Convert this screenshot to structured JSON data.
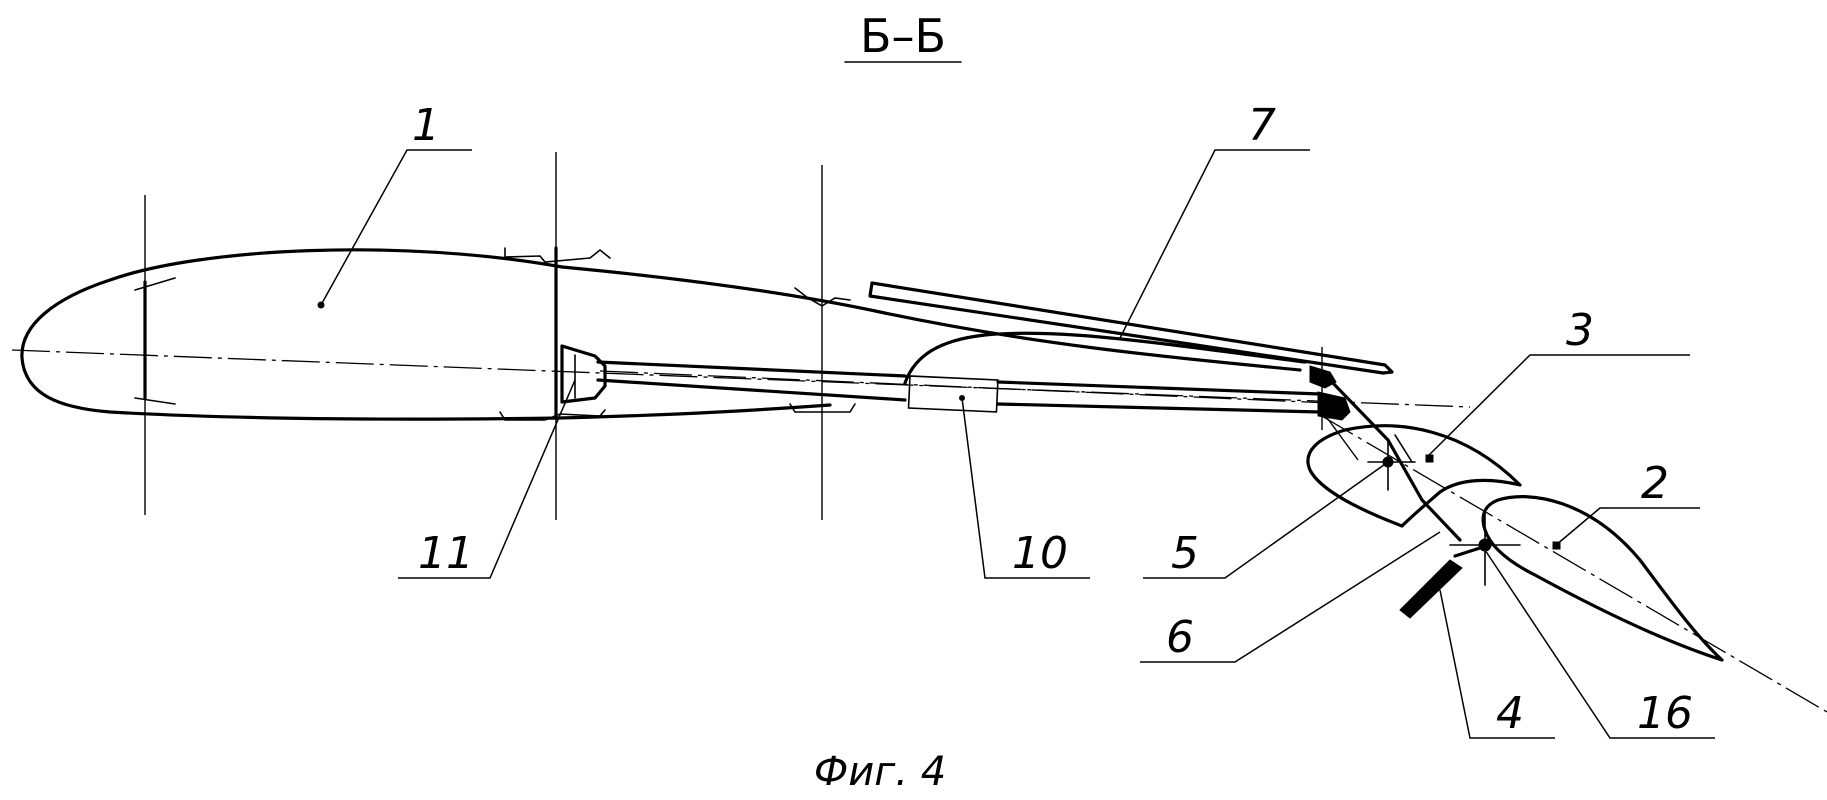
{
  "section_title": "Б–Б",
  "caption": "Фиг. 4",
  "labels": {
    "l1": "1",
    "l2": "2",
    "l3": "3",
    "l4": "4",
    "l5": "5",
    "l6": "6",
    "l7": "7",
    "l10": "10",
    "l11": "11",
    "l16": "16"
  }
}
